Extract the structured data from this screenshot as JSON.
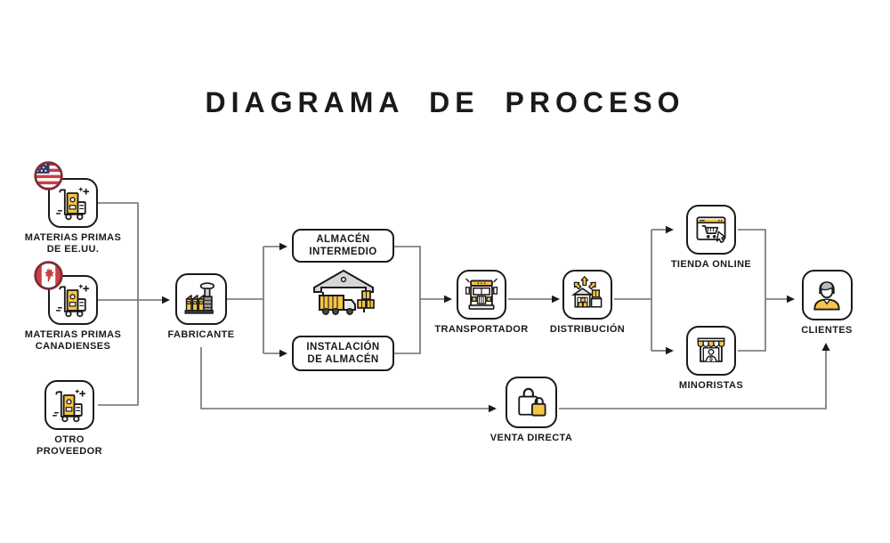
{
  "title": "DIAGRAMA DE PROCESO",
  "colors": {
    "accent_yellow": "#F6C445",
    "ink": "#1a1a1a",
    "line_gray": "#6f6f6f",
    "flag_border": "#7E2A38",
    "flag_red": "#C8413E",
    "us_canton_blue": "#333A6B",
    "hair_gray": "#b9b9b9"
  },
  "nodes": {
    "materias_eeuu": {
      "label": [
        "MATERIAS PRIMAS",
        "DE EE.UU."
      ],
      "icon": "hand-truck-icon",
      "badge": "us-flag-icon"
    },
    "materias_canada": {
      "label": [
        "MATERIAS PRIMAS",
        "CANADIENSES"
      ],
      "icon": "hand-truck-icon",
      "badge": "canada-flag-icon"
    },
    "otro_proveedor": {
      "label": [
        "OTRO",
        "PROVEEDOR"
      ],
      "icon": "hand-truck-icon"
    },
    "fabricante": {
      "label": [
        "FABRICANTE"
      ],
      "icon": "factory-icon"
    },
    "almacen_intermedio": {
      "label": [
        "ALMACÉN",
        "INTERMEDIO"
      ]
    },
    "instalacion_almacen": {
      "label": [
        "INSTALACIÓN",
        "DE ALMACÉN"
      ]
    },
    "almacen_centro": {
      "icon": "warehouse-truck-icon"
    },
    "transportador": {
      "label": [
        "TRANSPORTADOR"
      ],
      "icon": "truck-front-icon"
    },
    "distribucion": {
      "label": [
        "DISTRIBUCIÓN"
      ],
      "icon": "distribution-boxes-icon"
    },
    "tienda_online": {
      "label": [
        "TIENDA ONLINE"
      ],
      "icon": "online-store-cart-icon"
    },
    "minoristas": {
      "label": [
        "MINORISTAS"
      ],
      "icon": "storefront-icon"
    },
    "clientes": {
      "label": [
        "CLIENTES"
      ],
      "icon": "customer-person-icon"
    },
    "venta_directa": {
      "label": [
        "VENTA DIRECTA"
      ],
      "icon": "shopping-bags-icon"
    }
  }
}
